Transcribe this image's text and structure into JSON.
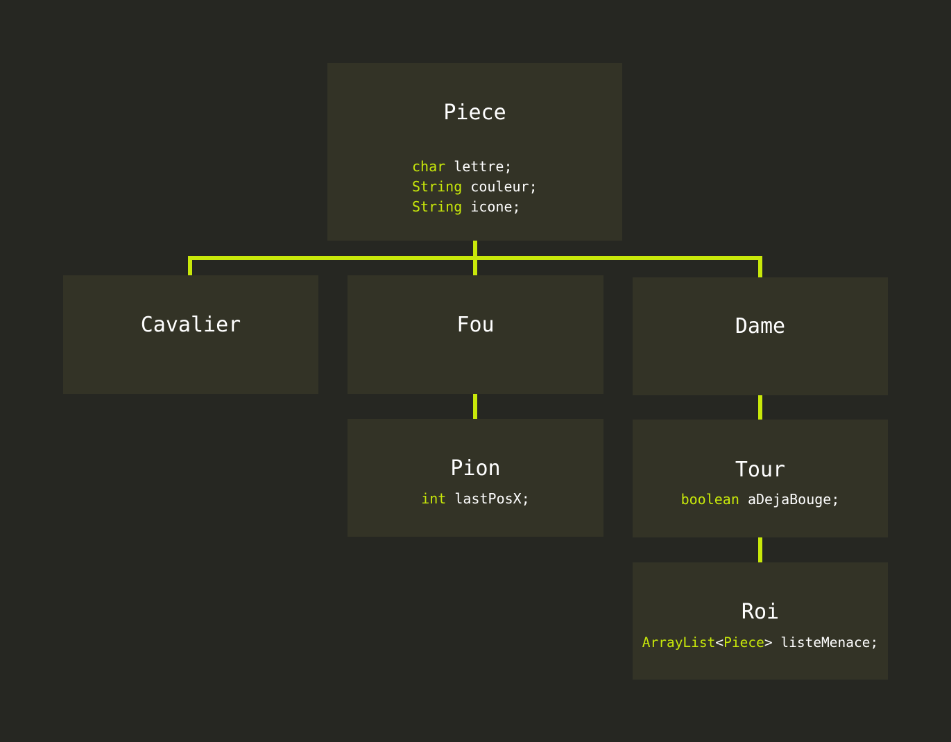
{
  "colors": {
    "background": "#262722",
    "box": "#333326",
    "accent": "#c8e80a",
    "text": "#ffffff"
  },
  "classes": {
    "piece": {
      "name": "Piece",
      "fields": [
        {
          "type": "char",
          "name": "lettre;"
        },
        {
          "type": "String",
          "name": "couleur;"
        },
        {
          "type": "String",
          "name": "icone;"
        }
      ]
    },
    "cavalier": {
      "name": "Cavalier"
    },
    "fou": {
      "name": "Fou"
    },
    "dame": {
      "name": "Dame"
    },
    "pion": {
      "name": "Pion",
      "fields": [
        {
          "type": "int",
          "name": "lastPosX;"
        }
      ]
    },
    "tour": {
      "name": "Tour",
      "fields": [
        {
          "type": "boolean",
          "name": "aDejaBouge;"
        }
      ]
    },
    "roi": {
      "name": "Roi",
      "field": {
        "type": "ArrayList",
        "open": "<",
        "param": "Piece",
        "close": ">",
        "name": "listeMenace;"
      }
    }
  }
}
